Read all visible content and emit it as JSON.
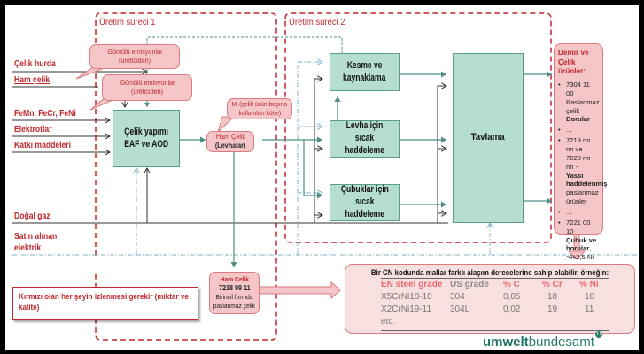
{
  "regions": {
    "process1_title": "Üretim süreci 1",
    "process2_title": "Üretim süreci 2"
  },
  "inputs": [
    {
      "label": "Çelik hurda",
      "bold": true
    },
    {
      "label": "Ham çelik",
      "bold": true,
      "underline": true
    },
    {
      "label": "FeMn, FeCr, FeNi",
      "bold": true
    },
    {
      "label": "Elektrotlar",
      "bold": true
    },
    {
      "label": "Katkı maddeleri",
      "bold": true
    },
    {
      "label": "Doğal gaz",
      "bold": true
    },
    {
      "label_line1": "Satın alınan",
      "label_line2": "elektrik",
      "bold": true
    }
  ],
  "callouts": {
    "embedded1_line1": "Gömülü emisyonlar",
    "embedded1_line2": "(üreticiden)",
    "embedded2_line1": "Gömülü emisyonlar",
    "embedded2_line2": "(üreticiden)",
    "mass_line1": "Mᵢ (çelik ürün başına",
    "mass_line2": "kullanılan kütle)",
    "crude_sheets_line1": "Ham Çelik",
    "crude_sheets_line2": "(Levhalar)"
  },
  "processes": {
    "steelmaking_line1": "Çelik yapımı",
    "steelmaking_line2": "EAF ve AOD",
    "cutting_line1": "Kesme ve",
    "cutting_line2": "kaynaklama",
    "hot_rolling_sheets_line1": "Levha için sıcak",
    "hot_rolling_sheets_line2": "haddeleme",
    "hot_rolling_bars_line1": "Çubuklar için",
    "hot_rolling_bars_line2": "sıcak",
    "hot_rolling_bars_line3": "haddeleme",
    "annealing": "Tavlama"
  },
  "products": {
    "title": "Demir ve Çelik ürünler:",
    "items": [
      {
        "code": "7304 11 00",
        "desc_plain": "Paslanmaz çelik ",
        "desc_bold": "Borular"
      },
      {
        "code": "...",
        "desc_plain": "",
        "desc_bold": ""
      },
      {
        "code": "7219 nn nn ve 7220 nn nn -",
        "desc_bold": "Yassı haddelenmiş",
        "desc_plain": "paslanmaz ürünler"
      },
      {
        "code": "...",
        "desc_plain": "",
        "desc_bold": ""
      },
      {
        "code": "7221 00 10",
        "desc_bold": "Çubuk ve borular",
        "desc_plain": ", >%2,5 Ni"
      },
      {
        "code": "...",
        "desc_plain": "",
        "desc_bold": ""
      }
    ]
  },
  "crude_steel_box": {
    "title": "Ham Çelik",
    "code": "7218 99 11",
    "desc_line1": "Birincil formda",
    "desc_line2": "paslanmaz çelik"
  },
  "note": "Kırmızı olan her şeyin izlenmesi gerekir (miktar ve kalite)",
  "grade_table": {
    "caption": "Bir CN kodunda mallar farklı alaşım derecelerine sahip olabilir, örneğin:",
    "headers": [
      "EN steel grade",
      "US grade",
      "% C",
      "% Cr",
      "% Ni"
    ],
    "rows": [
      [
        "X5CrNi18-10",
        "304",
        "0,05",
        "18",
        "10"
      ],
      [
        "X2CrNi19-11",
        "304L",
        "0,02",
        "19",
        "11"
      ],
      [
        "etc.",
        "",
        "",
        "",
        ""
      ]
    ]
  },
  "logo": {
    "bold_part": "umwelt",
    "plain_part": "bundesamt",
    "mark": "U"
  },
  "colors": {
    "red": "#c0272d",
    "process_fill": "#b5ddd0",
    "process_border": "#5a9e89",
    "callout_fill": "#f4c6c8",
    "teal_line": "#4e8f86",
    "logo_teal": "#2a7a6c"
  }
}
